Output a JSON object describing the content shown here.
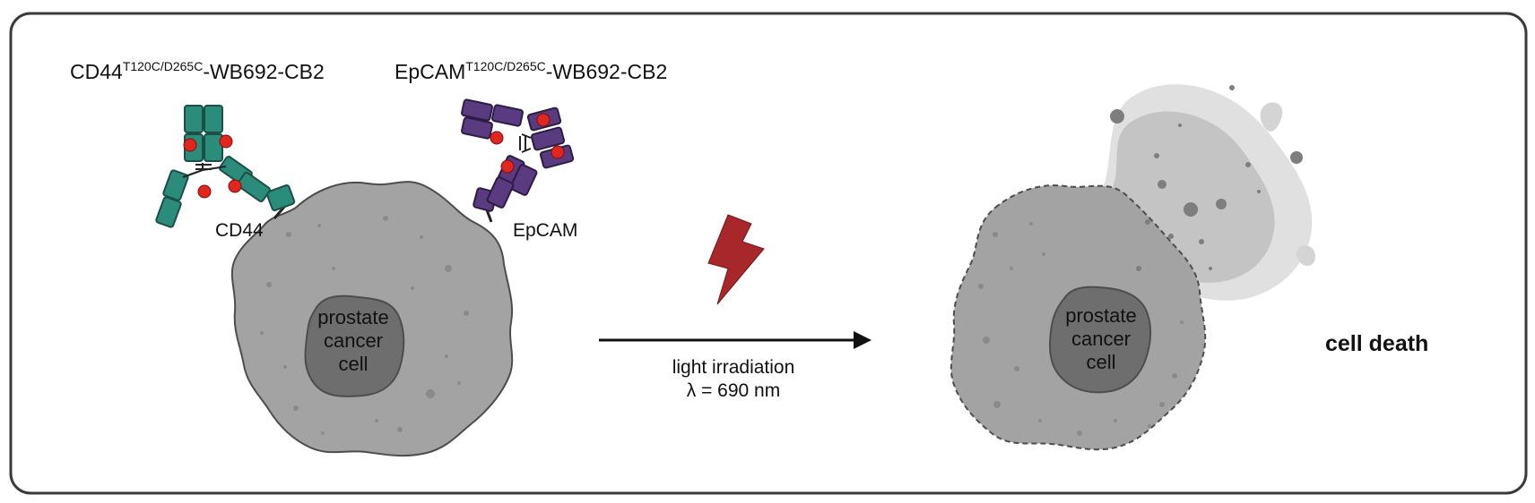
{
  "antibodies": {
    "cd44": {
      "name": "CD44",
      "sup": "T120C/D265C",
      "suffix": "-WB692-CB2",
      "antigen": "CD44",
      "color": "#2b8c7c"
    },
    "epcam": {
      "name": "EpCAM",
      "sup": "T120C/D265C",
      "suffix": "-WB692-CB2",
      "antigen": "EpCAM",
      "color": "#5a3b7f"
    }
  },
  "cell_label": [
    "prostate",
    "cancer",
    "cell"
  ],
  "light": {
    "line1": "light irradiation",
    "line2": "λ = 690 nm",
    "bolt_color": "#a8272b"
  },
  "outcome": "cell death",
  "colors": {
    "cell": "#a3a3a3",
    "nucleus": "#6e6e6e",
    "outline": "#4d4d4d",
    "photosensitizer": "#e0261e"
  }
}
